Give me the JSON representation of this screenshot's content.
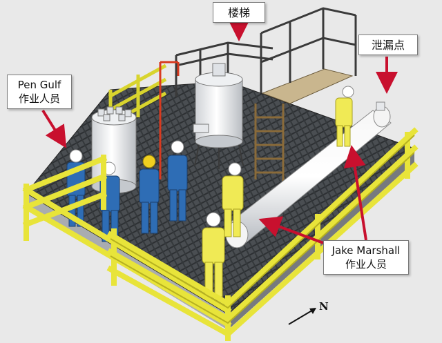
{
  "labels": {
    "stairs": "楼梯",
    "leak_point": "泄漏点",
    "pen_gulf_name": "Pen Gulf",
    "pen_gulf_role": "作业人员",
    "jake_name": "Jake Marshall",
    "jake_role": "作业人员",
    "north": "N"
  },
  "colors": {
    "railing": "#e8e43a",
    "railing_dark": "#b6b120",
    "grating": "#3f4347",
    "worker_blue": "#2e6db5",
    "worker_yellow": "#f0ea55",
    "arrow_red": "#c8102e"
  }
}
